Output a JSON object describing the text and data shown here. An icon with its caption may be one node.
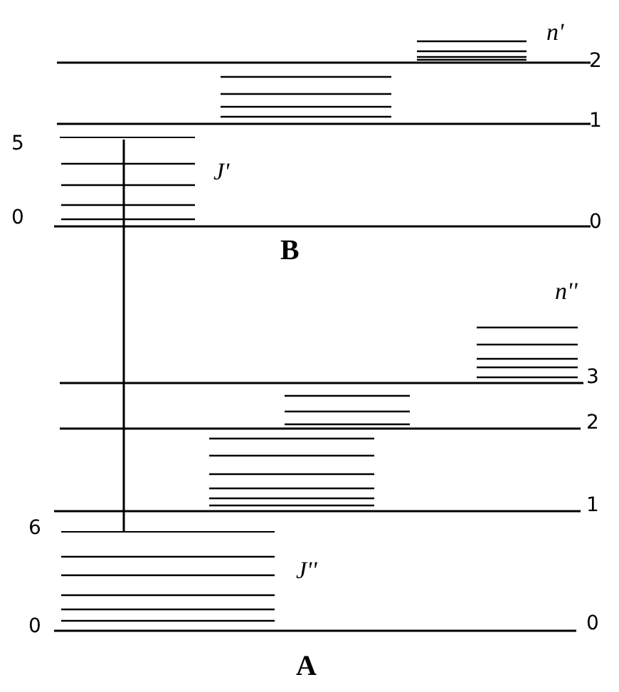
{
  "diagram": {
    "nodes": [
      {
        "text": [],
        "shape": "bar"
      },
      {
        "text": [],
        "shape": "bar"
      }
    ],
    "edges": [
      {
        "from": 0,
        "to": 1,
        "arrow": "none"
      }
    ],
    "labels": [
      "n'",
      "2",
      "1",
      "5",
      "J'",
      "0",
      "0",
      "B",
      "n''",
      "3",
      "2",
      "1",
      "6",
      "J''",
      "0",
      "0",
      "A"
    ]
  }
}
